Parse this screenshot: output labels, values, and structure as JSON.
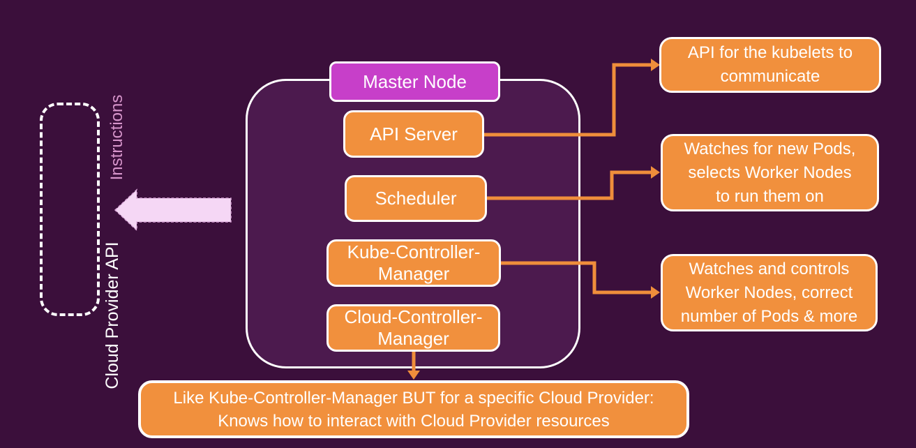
{
  "colors": {
    "background": "#3B0F3B",
    "container_fill": "#4C1A4E",
    "box_orange": "#F1903D",
    "arrow_orange": "#EF8E3B",
    "master_magenta": "#C73FC9",
    "pink_arrow_fill": "#F5D7F5",
    "pink_arrow_border": "#DCA9DB",
    "instructions_text": "#D795CB",
    "text_white": "#FFFFFF"
  },
  "left_panel": {
    "cloud_provider_api_label": "Cloud Provider API",
    "instructions_label": "Instructions"
  },
  "master_node": {
    "title": "Master Node",
    "components": [
      {
        "label": "API Server"
      },
      {
        "label": "Scheduler"
      },
      {
        "label": "Kube-Controller-\nManager"
      },
      {
        "label": "Cloud-Controller-\nManager"
      }
    ]
  },
  "annotations": [
    {
      "label": "API for the kubelets to\ncommunicate"
    },
    {
      "label": "Watches for new Pods,\nselects Worker Nodes\nto run them on"
    },
    {
      "label": "Watches and controls\nWorker Nodes, correct\nnumber of Pods & more"
    }
  ],
  "bottom_note": {
    "label": "Like Kube-Controller-Manager BUT for a specific Cloud Provider:\nKnows how to interact with Cloud Provider resources"
  }
}
